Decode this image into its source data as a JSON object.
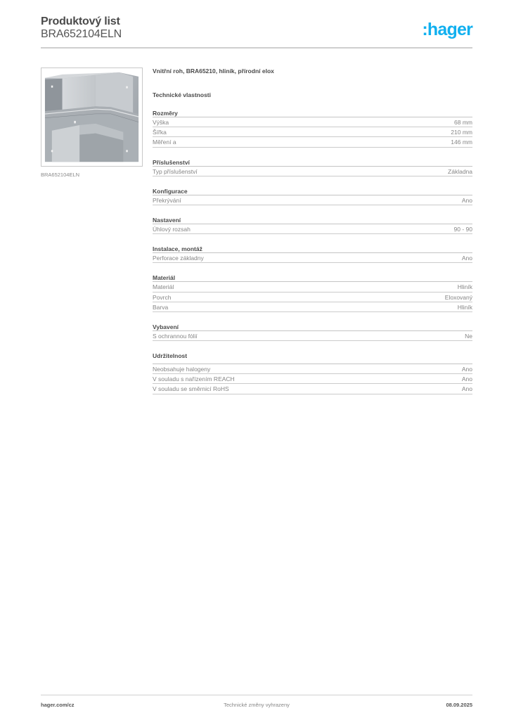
{
  "header": {
    "title": "Produktový list",
    "product_code": "BRA652104ELN",
    "logo_text": ":hager",
    "brand_color": "#11b0ef"
  },
  "product_image": {
    "caption": "BRA652104ELN",
    "alt": "Vnitřní roh hliníkový kanál"
  },
  "content": {
    "description": "Vnitřní roh, BRA65210, hliník, přírodní elox",
    "tech_title": "Technické vlastnosti",
    "sections": [
      {
        "title": "Rozměry",
        "rows": [
          {
            "label": "Výška",
            "value": "68 mm"
          },
          {
            "label": "Šířka",
            "value": "210 mm"
          },
          {
            "label": "Měření a",
            "value": "146 mm"
          }
        ]
      },
      {
        "title": "Příslušenství",
        "rows": [
          {
            "label": "Typ příslušenství",
            "value": "Základna"
          }
        ]
      },
      {
        "title": "Konfigurace",
        "rows": [
          {
            "label": "Překrývání",
            "value": "Ano"
          }
        ]
      },
      {
        "title": "Nastavení",
        "rows": [
          {
            "label": "Úhlový rozsah",
            "value": "90 - 90"
          }
        ]
      },
      {
        "title": "Instalace, montáž",
        "rows": [
          {
            "label": "Perforace základny",
            "value": "Ano"
          }
        ]
      },
      {
        "title": "Materiál",
        "rows": [
          {
            "label": "Materiál",
            "value": "Hliník"
          },
          {
            "label": "Povrch",
            "value": "Eloxovaný"
          },
          {
            "label": "Barva",
            "value": "Hliník"
          }
        ]
      },
      {
        "title": "Vybavení",
        "rows": [
          {
            "label": "S ochrannou fólií",
            "value": "Ne"
          }
        ]
      },
      {
        "title": "Udržitelnost",
        "rows": [
          {
            "label": "Neobsahuje halogeny",
            "value": "Ano"
          },
          {
            "label": "V souladu s nařízením REACH",
            "value": "Ano"
          },
          {
            "label": "V souladu se směrnicí RoHS",
            "value": "Ano"
          }
        ]
      }
    ]
  },
  "footer": {
    "website": "hager.com/cz",
    "notice": "Technické změny vyhrazeny",
    "date": "08.09.2025"
  }
}
